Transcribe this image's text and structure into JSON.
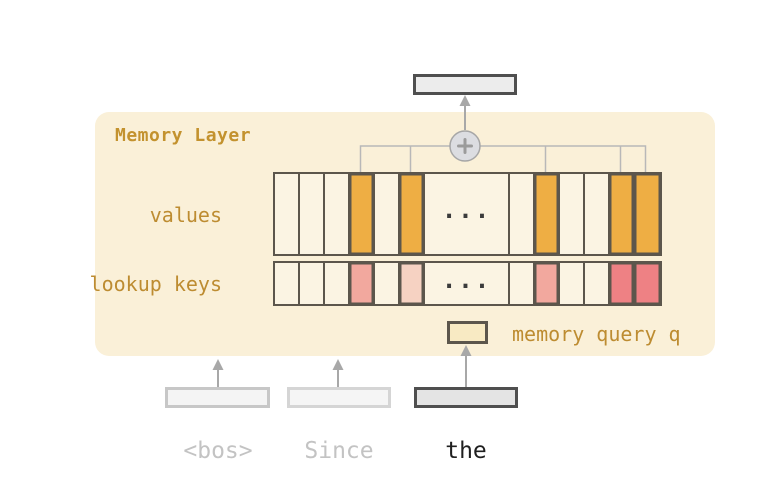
{
  "panel": {
    "title": "Memory Layer",
    "values_label": "values",
    "keys_label": "lookup keys",
    "query_label": "memory query q",
    "bg_color": "#faf0d8",
    "label_color": "#bd8c31"
  },
  "rows": {
    "ellipsis": "...",
    "values": {
      "cells": [
        "plain",
        "plain",
        "plain",
        "highlight",
        "plain",
        "highlight",
        "ellipsis",
        "plain",
        "highlight",
        "plain",
        "plain",
        "highlight",
        "highlight"
      ]
    },
    "keys": {
      "cells": [
        "plain",
        "plain",
        "plain",
        "pink",
        "plain",
        "peach",
        "ellipsis",
        "plain",
        "pink",
        "plain",
        "plain",
        "coral",
        "coral"
      ]
    }
  },
  "colors": {
    "cell_border": "#5c564c",
    "cell_plain": "#fbf4e3",
    "value_highlight": "#eeae44",
    "key_pink": "#f2a89e",
    "key_peach": "#f6d2c2",
    "key_coral": "#ee8184",
    "connector_gray": "#b8b8b8",
    "arrow_gray": "#a8a8a8",
    "sum_node_fill": "#dcdde1"
  },
  "tokens": [
    {
      "label": "<bos>",
      "state": "faded"
    },
    {
      "label": "Since",
      "state": "faded"
    },
    {
      "label": "the",
      "state": "active"
    }
  ]
}
